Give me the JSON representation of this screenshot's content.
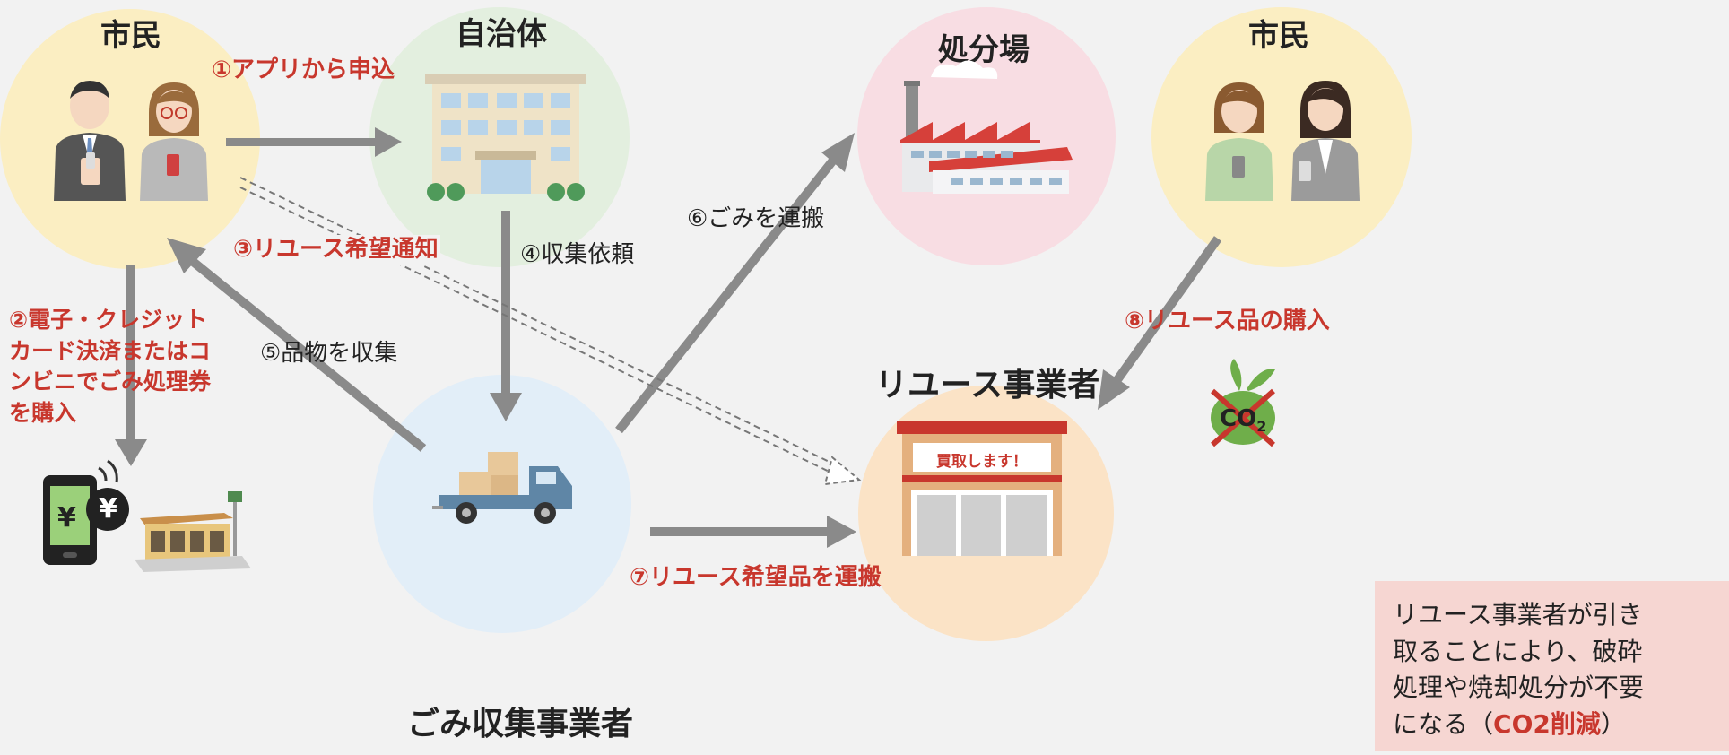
{
  "nodes": {
    "citizen_left": {
      "title": "市民",
      "color": "#fbeec2"
    },
    "municipality": {
      "title": "自治体",
      "color": "#e3efdf"
    },
    "disposal_site": {
      "title": "処分場",
      "color": "#f8dde3"
    },
    "citizen_right": {
      "title": "市民",
      "color": "#fbeec2"
    },
    "reuse_business": {
      "title": "リユース事業者",
      "color": "#fbe3c6",
      "shop_sign": "買取します！"
    },
    "waste_collector": {
      "title": "ごみ収集事業者",
      "color": "#e2eef8"
    }
  },
  "steps": {
    "s1": "①アプリから申込",
    "s2_lines": [
      "②電子・クレジット",
      "カード決済またはコ",
      "ンビニでごみ処理券",
      "を購入"
    ],
    "s3": "③リユース希望通知",
    "s4": "④収集依頼",
    "s5": "⑤品物を収集",
    "s6": "⑥ごみを運搬",
    "s7": "⑦リユース希望品を運搬",
    "s8": "⑧リユース品の購入"
  },
  "payment": {
    "yen_symbol": "¥"
  },
  "co2": {
    "label": "CO",
    "subscript": "2"
  },
  "note": {
    "lines": [
      "リユース事業者が引き",
      "取ることにより、破砕",
      "処理や焼却処分が不要"
    ],
    "last_prefix": "になる（",
    "highlight": "CO2削減",
    "last_suffix": "）"
  },
  "colors": {
    "accent_red": "#c8372d",
    "arrow_gray": "#8a8a8a"
  }
}
